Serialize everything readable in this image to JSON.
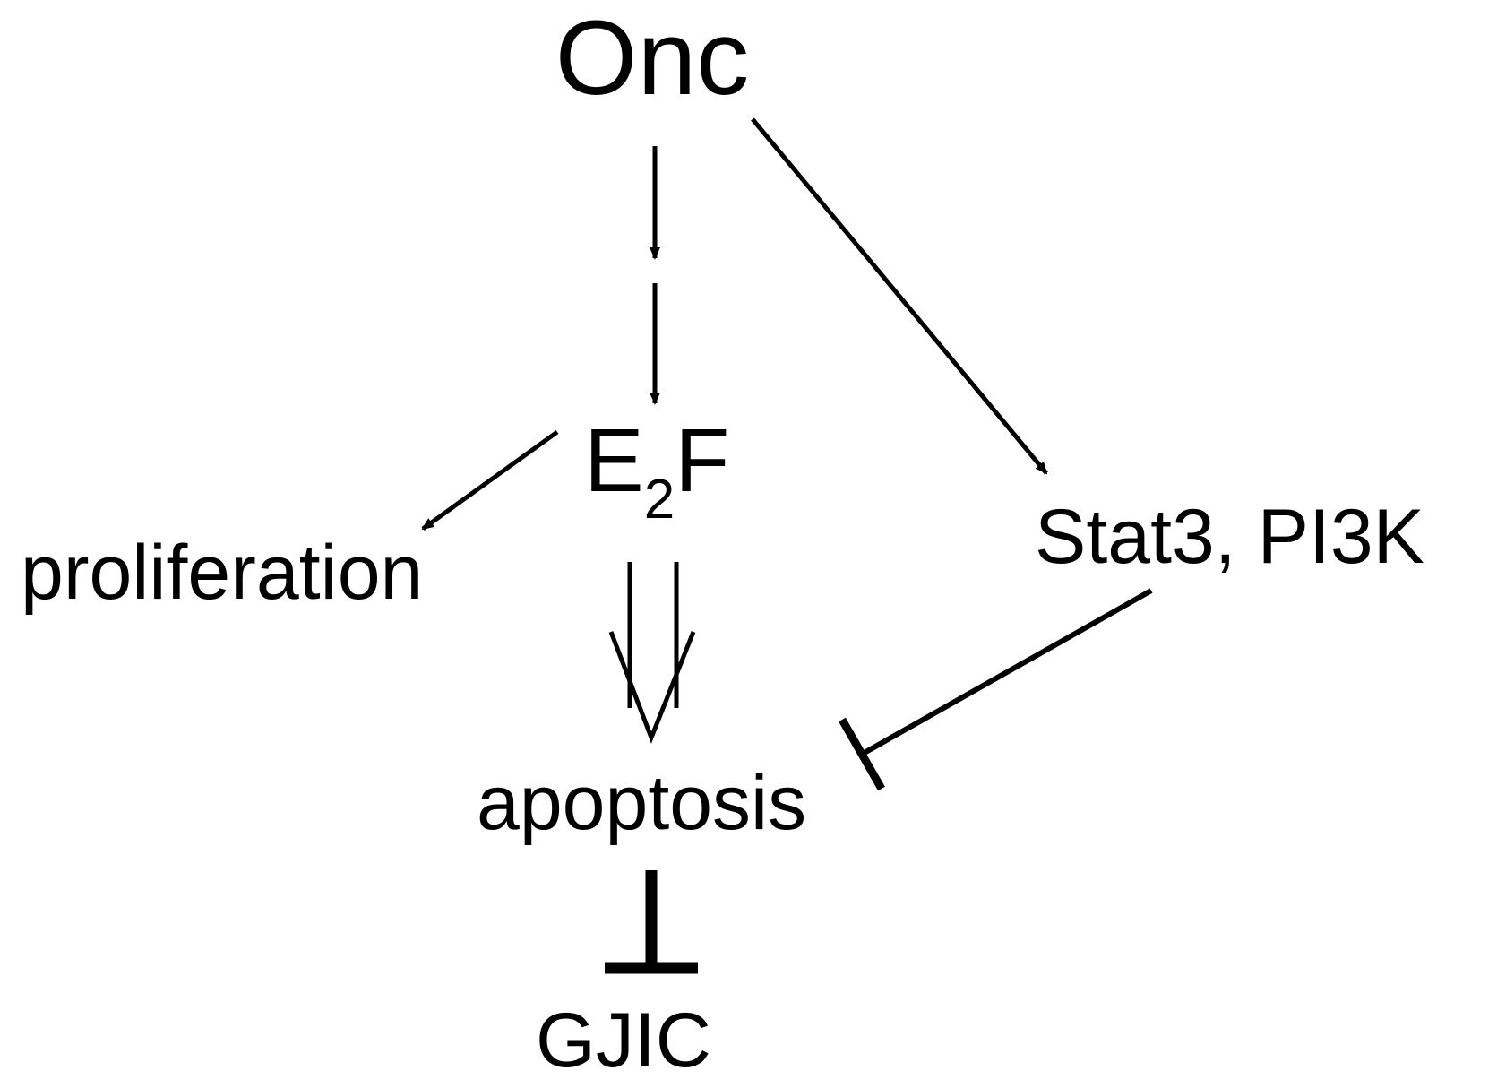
{
  "nodes": {
    "onc": {
      "label": "Onc"
    },
    "e2f": {
      "main": "E",
      "sub": "2",
      "tail": "F"
    },
    "proliferation": {
      "label": "proliferation"
    },
    "stat3_pi3k": {
      "label": "Stat3, PI3K"
    },
    "apoptosis": {
      "label": "apoptosis"
    },
    "gjic": {
      "label": "GJIC"
    }
  },
  "edges": [
    {
      "from": "Onc",
      "to": "E2F",
      "type": "activation",
      "style": "dashed-double-arrow"
    },
    {
      "from": "Onc",
      "to": "Stat3, PI3K",
      "type": "activation"
    },
    {
      "from": "E2F",
      "to": "proliferation",
      "type": "activation"
    },
    {
      "from": "E2F",
      "to": "apoptosis",
      "type": "activation",
      "style": "open-double-arrow"
    },
    {
      "from": "Stat3, PI3K",
      "to": "apoptosis",
      "type": "inhibition"
    },
    {
      "from": "apoptosis",
      "to": "GJIC",
      "type": "inhibition",
      "style": "bold"
    }
  ],
  "colors": {
    "ink": "#000000",
    "background": "#ffffff"
  }
}
